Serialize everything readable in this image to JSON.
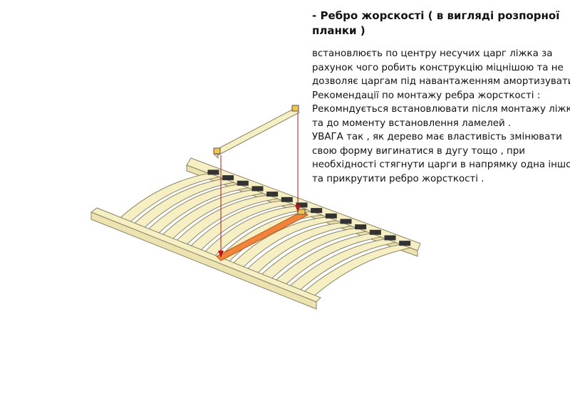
{
  "title": "- Ребро жорскості ( в вигляді розпорної планки )",
  "body_lines": [
    " встановлюєть по центру несучих царг ліжка за",
    "рахунок чого робить конструкцію міцнішою та не",
    "дозволяє царгам під навантаженням амортизувати.",
    "Рекомендації по монтажу ребра жорсткості :",
    "Рекомндується встановлювати після монтажу ліжка",
    "та до моменту встановлення ламелей .",
    "УВАГА так , як дерево має властивість змінювати",
    "свою форму вигинатися в дугу тощо , при",
    "необхідності стягнути царги в напрямку одна іншої",
    "та прикрутити ребро жорсткості ."
  ],
  "colors": {
    "wood": "#f6efc4",
    "outline": "#8a8466",
    "rib": "#f0843a",
    "arrow": "#b01a1a"
  }
}
